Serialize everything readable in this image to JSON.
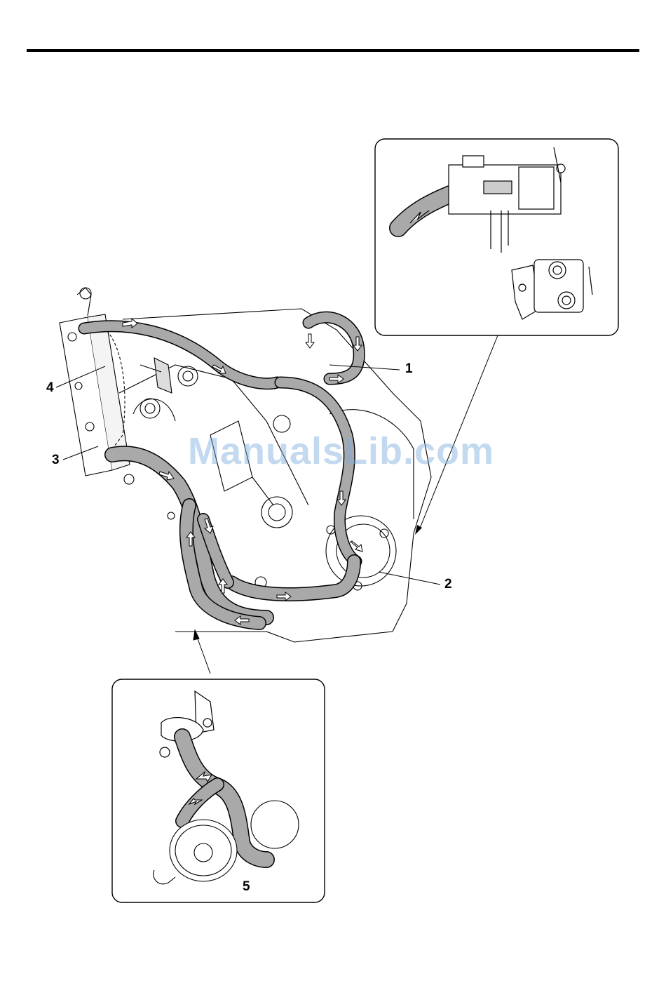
{
  "callouts": {
    "c1": "1",
    "c2": "2",
    "c3": "3",
    "c4": "4",
    "c5": "5"
  },
  "watermark": "ManualsLib.com",
  "colors": {
    "line": "#000000",
    "hose_fill": "#a9a9a9",
    "paper": "#ffffff",
    "watermark": "#78aadc"
  }
}
